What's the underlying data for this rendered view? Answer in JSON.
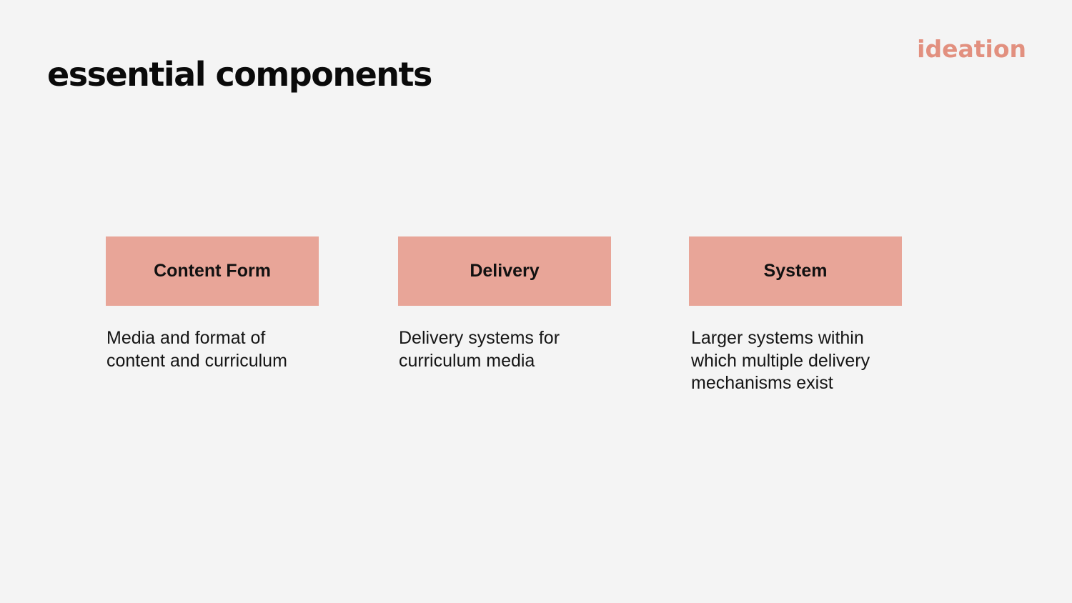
{
  "slide": {
    "title": "essential components",
    "section_tag": "ideation"
  },
  "colors": {
    "background": "#f4f4f4",
    "accent": "#e8a598",
    "tag_text": "#e2907f",
    "text": "#111111"
  },
  "cards": [
    {
      "title": "Content Form",
      "description": "Media and format of content and curriculum"
    },
    {
      "title": "Delivery",
      "description": "Delivery systems for curriculum media"
    },
    {
      "title": "System",
      "description": "Larger systems within which multiple delivery mechanisms exist"
    }
  ]
}
